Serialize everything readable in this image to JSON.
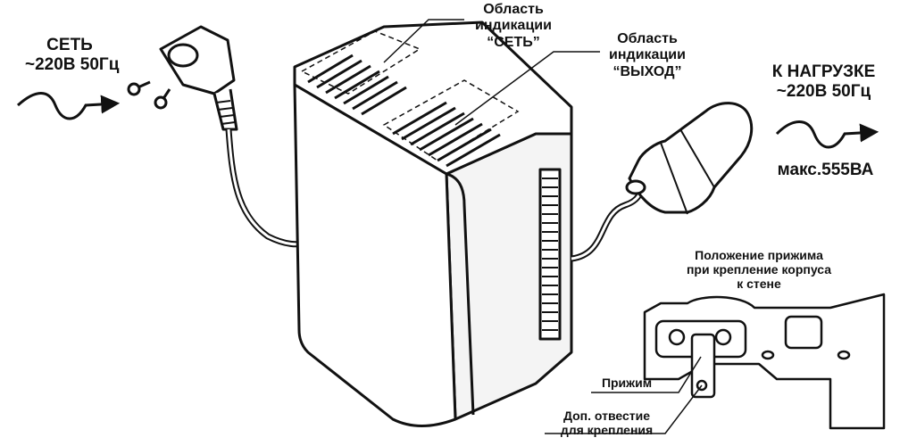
{
  "mains": {
    "line1": "СЕТЬ",
    "line2": "~220В 50Гц"
  },
  "load": {
    "line1": "К НАГРУЗКЕ",
    "line2": "~220В 50Гц",
    "line3": "макс.555ВА"
  },
  "indication_network": {
    "line1": "Область",
    "line2": "индикации",
    "line3": "“СЕТЬ”"
  },
  "indication_output": {
    "line1": "Область",
    "line2": "индикации",
    "line3": "“ВЫХОД”"
  },
  "clamp_position": {
    "line1": "Положение прижима",
    "line2": "при крепление корпуса",
    "line3": "к стене"
  },
  "clamp_label": "Прижим",
  "extra_hole": {
    "line1": "Доп. отвестие",
    "line2": "для крепления"
  },
  "colors": {
    "line": "#111111",
    "fill": "#ffffff",
    "shade": "#e6e6e6"
  }
}
